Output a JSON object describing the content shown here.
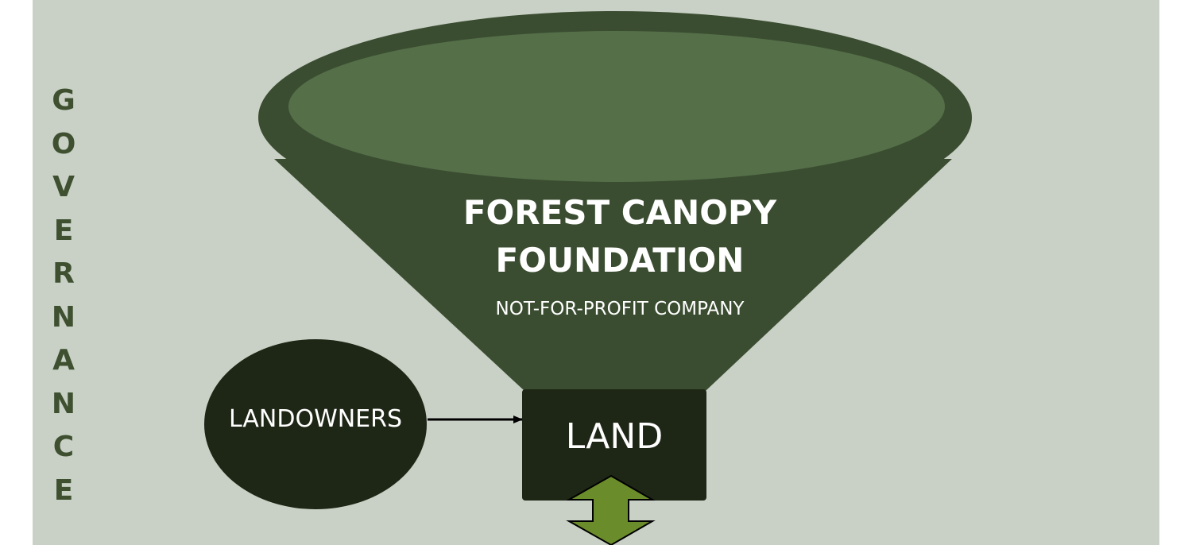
{
  "diagram": {
    "side_label": [
      "G",
      "O",
      "V",
      "E",
      "R",
      "N",
      "A",
      "N",
      "C",
      "E"
    ],
    "funnel": {
      "title_lines": [
        "FOREST CANOPY",
        "FOUNDATION"
      ],
      "subtitle": "NOT-FOR-PROFIT COMPANY"
    },
    "landowners": {
      "label": "LANDOWNERS"
    },
    "land": {
      "label": "LAND"
    }
  },
  "colors": {
    "background": "#c9d1c6",
    "funnel_dark": "#3b4d31",
    "funnel_top": "#557049",
    "node_dark": "#1e2616",
    "double_arrow": "#6b8c2a",
    "side_text": "#3e5030"
  }
}
